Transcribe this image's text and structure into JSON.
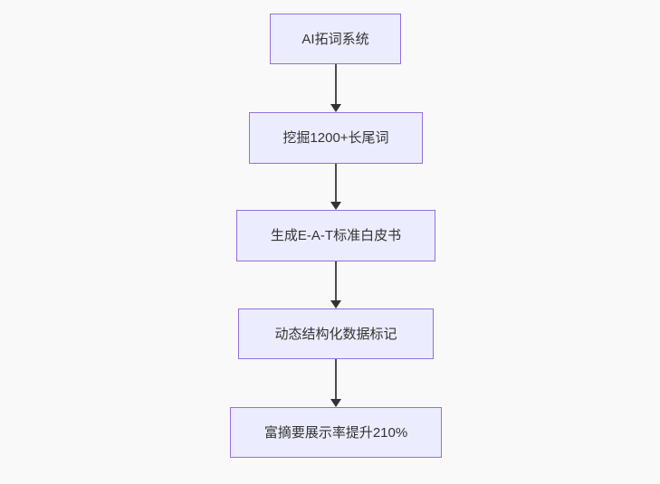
{
  "diagram": {
    "type": "flowchart",
    "direction": "top-down",
    "colors": {
      "background": "#f9f9f9",
      "node_fill": "#ECECFF",
      "node_border": "#9370DB",
      "node_text": "#333333",
      "arrow": "#333333"
    },
    "nodes": [
      {
        "id": "node-1",
        "label": "AI拓词系统"
      },
      {
        "id": "node-2",
        "label": "挖掘1200+长尾词"
      },
      {
        "id": "node-3",
        "label": "生成E-A-T标准白皮书"
      },
      {
        "id": "node-4",
        "label": "动态结构化数据标记"
      },
      {
        "id": "node-5",
        "label": "富摘要展示率提升210%"
      }
    ],
    "edges": [
      {
        "from": "node-1",
        "to": "node-2",
        "style": "arrow-down"
      },
      {
        "from": "node-2",
        "to": "node-3",
        "style": "arrow-down"
      },
      {
        "from": "node-3",
        "to": "node-4",
        "style": "arrow-down"
      },
      {
        "from": "node-4",
        "to": "node-5",
        "style": "arrow-down"
      }
    ]
  }
}
